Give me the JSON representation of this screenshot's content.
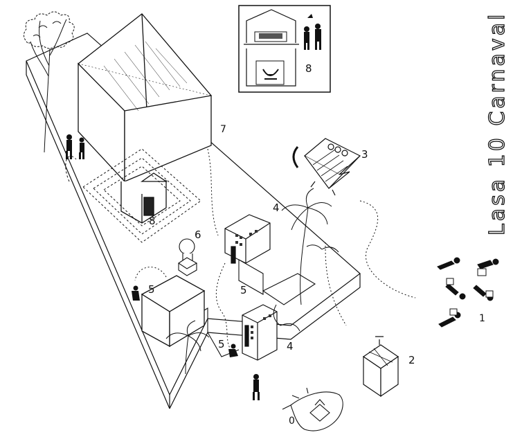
{
  "title": "Lasa 10 Carnaval",
  "inset": {
    "upper_number": "",
    "lower_number": "8"
  },
  "labels": {
    "n0": "0",
    "n1": "1",
    "n2": "2",
    "n3": "3",
    "n4a": "4",
    "n4b": "4",
    "n5a": "5",
    "n5b": "5",
    "n5c": "5",
    "n6": "6",
    "n7": "7",
    "n8": "8"
  },
  "colors": {
    "ink": "#111111",
    "paper": "#ffffff"
  }
}
